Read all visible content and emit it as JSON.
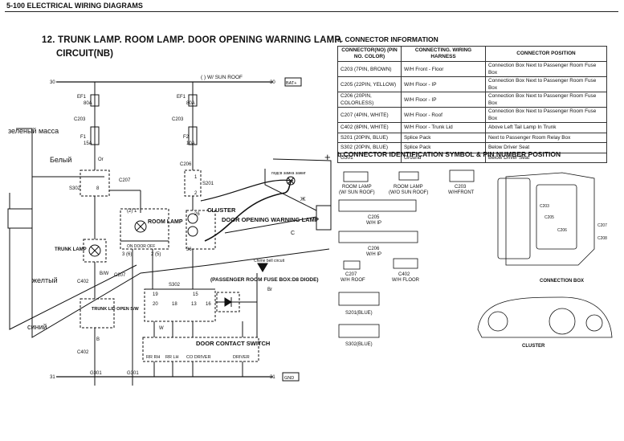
{
  "header": {
    "page": "5-100 ELECTRICAL WIRING DIAGRAMS"
  },
  "title": {
    "line1": "12. TRUNK LAMP. ROOM LAMP. DOOR OPENING WARNING LAMP.",
    "line2": "CIRCUIT(NB)"
  },
  "connector_info": {
    "title": "a. CONNECTOR INFORMATION",
    "headers": [
      "CONNECTOR(NO) (PIN NO. COLOR)",
      "CONNECTING. WIRING HARNESS",
      "CONNECTOR POSITION"
    ],
    "rows": [
      [
        "C203 (7PIN, BROWN)",
        "W/H Front - Floor",
        "Connection Box Next to Passenger Room Fuse Box"
      ],
      [
        "C205 (22PIN, YELLOW)",
        "W/H Floor - IP",
        "Connection Box Next to Passenger Room Fuse Box"
      ],
      [
        "C206 (20PIN, COLORLESS)",
        "W/H Floor - IP",
        "Connection Box Next to Passenger Room Fuse Box"
      ],
      [
        "C207 (4PIN, WHITE)",
        "W/H Floor - Roof",
        "Connection Box Next to Passenger Room Fuse Box"
      ],
      [
        "C402 (8PIN, WHITE)",
        "W/H Floor - Trunk Lid",
        "Above Left Tail Lamp In Trunk"
      ],
      [
        "S201 (20PIN, BLUE)",
        "Splice Pack",
        "Next to Passenger Room Relay Box"
      ],
      [
        "S302 (20PIN, BLUE)",
        "Splice Pack",
        "Below Driver Seat"
      ],
      [
        "G301",
        "Ground",
        "Below Driver Seat"
      ]
    ]
  },
  "connector_id": {
    "title": "b.CONNECTOR IDENTIFICATION SYMBOL & PIN NUMBER POSITION",
    "labels": {
      "room_lamp_sun": "ROOM LAMP",
      "room_lamp_sun2": "(W/ SUN ROOF)",
      "room_lamp_nosun": "ROOM LAMP",
      "room_lamp_nosun2": "(W/O SUN ROOF)",
      "c203": "C203",
      "c203b": "W/HFRONT",
      "c205": "C205",
      "c205b": "W/H IP",
      "c206": "C206",
      "c206b": "W/H IP",
      "c207": "C207",
      "c207b": "W/H ROOF",
      "c402": "C402",
      "c402b": "W/H FLOOR",
      "s201": "S201(BLUE)",
      "s302": "S302(BLUE)",
      "connection_box": "CONNECTION BOX",
      "cluster": "CLUSTER",
      "box_c203": "C203",
      "box_c205": "C205",
      "box_c206": "C206",
      "box_c207": "C207",
      "box_c208": "C208"
    }
  },
  "diagram": {
    "bus_top_30": "30",
    "bus_top_30b": "30",
    "bat": "BAT+",
    "sunroof": "( ) W/ SUN ROOF",
    "ef1": "EF1",
    "ef1amp": "80A",
    "ef1b": "EF1",
    "ef1bamp": "80A",
    "c203a": "C203",
    "c203b": "C203",
    "f1": "F1",
    "f1amp": "15A",
    "f2": "F2",
    "f2amp": "10A",
    "c206": "C206",
    "s302": "S302",
    "s201": "S201",
    "c207": "C207",
    "c207b": "C207",
    "trunk_lamp": "TRUNK LAMP",
    "room_lamp": "ROOM LAMP",
    "on_door_off": "ON DOOR OFF",
    "cluster": "CLUSTER",
    "door_warning": "DOOR OPENING WARNING LAMP",
    "c402a": "C402",
    "c402b": "C402",
    "trunk_sw": "TRUNK LID OPEN S/W",
    "s302b": "S302",
    "passenger_fuse": "(PASSENGER ROOM FUSE BOX:D8 DIODE)",
    "chime": "Chime bell circuit",
    "door_contact": "DOOR CONTACT SWITCH",
    "rr_rh": "RR RH",
    "rr_lh": "RR LH",
    "co_driver": "CO DRIVER",
    "driver": "DRIVER",
    "g301": "G301",
    "g301b": "G301",
    "gnd": "GND",
    "bus_bot_31": "31",
    "bus_bot_31b": "31",
    "wires": {
      "or": "Or",
      "bw": "B/W",
      "b": "B",
      "w": "W",
      "br": "Br"
    },
    "pins": {
      "p8": "8",
      "p1": "1",
      "p2": "2",
      "p26": "26",
      "p15": "15",
      "p19": "19",
      "p20": "20",
      "p18": "18",
      "p13": "13",
      "p16": "16",
      "p1c": "1",
      "p3": "3",
      "p36": "36",
      "p3a": "3 (6)",
      "p2a": "2 (5)",
      "p21": "(2) 1"
    }
  },
  "handwritten": {
    "zelenyi": "зеленый масса",
    "belyi": "Белый",
    "zheltyi": "желтый",
    "sinii": "синий",
    "podsvetka": "подсв замка зажиг",
    "zh": "Ж",
    "c": "С"
  }
}
